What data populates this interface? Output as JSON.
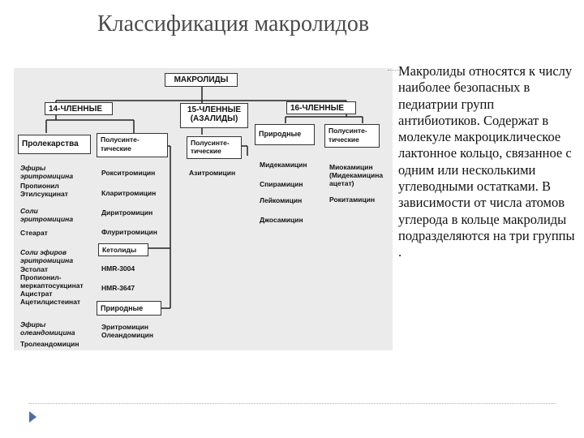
{
  "title": "Классификация макролидов",
  "diagram": {
    "root": "МАКРОЛИДЫ",
    "cat14": "14-ЧЛЕННЫЕ",
    "cat15": "15-ЧЛЕННЫЕ\n(АЗАЛИДЫ)",
    "cat16": "16-ЧЛЕННЫЕ",
    "prodrugs": "Пролекарства",
    "semi14": "Полусинте-\nтические",
    "semi15": "Полусинте-\nтические",
    "natural16": "Природные",
    "semi16": "Полусинте-\nтические",
    "ketolides": "Кетолиды",
    "natural14": "Природные",
    "prodrug_items": [
      {
        "text": "Эфиры\nэритромицина",
        "style": "it"
      },
      {
        "text": "Пропионил\nЭтилсукцинат",
        "style": ""
      },
      {
        "text": "Соли\nэритромицина",
        "style": "it"
      },
      {
        "text": "Стеарат",
        "style": ""
      },
      {
        "text": "Соли эфиров\nэритромицина",
        "style": "it"
      },
      {
        "text": "Эстолат\nПропионил-\nмеркаптосукцинат\nАцистрат\nАцетилцистеинат",
        "style": ""
      },
      {
        "text": "Эфиры\nолеандомицина",
        "style": "it"
      },
      {
        "text": "Тролеандомицин",
        "style": ""
      }
    ],
    "semi14_items": [
      "Рокситромицин",
      "Кларитромицин",
      "Диритромицин",
      "Флуритромицин"
    ],
    "ketolide_items": [
      "HMR-3004",
      "HMR-3647"
    ],
    "natural14_items": "Эритромицин\nОлеандомицин",
    "semi15_items": [
      "Азитромицин"
    ],
    "natural16_items": [
      "Мидекамицин",
      "Спирамицин",
      "Лейкомицин",
      "Джосамицин"
    ],
    "semi16_items": [
      "Миокамицин\n(Мидекамицина\nацетат)",
      "Рокитамицин"
    ]
  },
  "description": "Макролиды относятся к числу наиболее безопасных в педиатрии групп антибиотиков. Содержат в молекуле макроциклическое лактонное кольцо, связанное с одним или несколькими углеводными остатками. В зависимости от числа атомов углерода в кольце макролиды подразделяются на три группы .",
  "colors": {
    "panel": "#ebebeb",
    "title": "#4a4a4a",
    "accent": "#4a6fa5"
  }
}
